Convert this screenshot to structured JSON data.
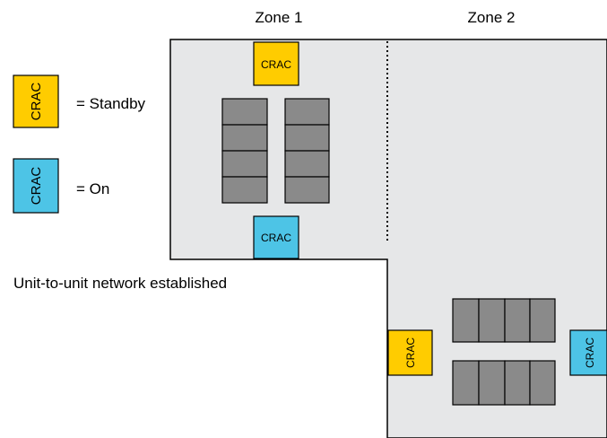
{
  "zones": {
    "zone1_label": "Zone 1",
    "zone2_label": "Zone 2"
  },
  "legend": {
    "standby_unit_label": "CRAC",
    "standby_text": "= Standby",
    "on_unit_label": "CRAC",
    "on_text": "= On"
  },
  "caption": "Unit-to-unit network established",
  "units": {
    "zone1_top": {
      "label": "CRAC",
      "state": "standby"
    },
    "zone1_bottom": {
      "label": "CRAC",
      "state": "on"
    },
    "zone2_left": {
      "label": "CRAC",
      "state": "standby"
    },
    "zone2_right": {
      "label": "CRAC",
      "state": "on"
    }
  },
  "colors": {
    "standby": "#FFCC00",
    "on": "#4DC4E6",
    "floor": "#E6E7E8",
    "rack": "#8A8A8A",
    "outline": "#000000"
  }
}
